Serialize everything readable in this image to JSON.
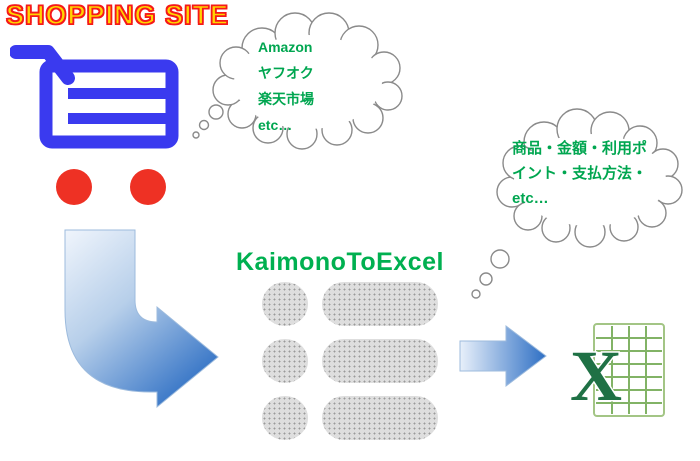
{
  "title": {
    "text": "SHOPPING SITE"
  },
  "app": {
    "name": "KaimonoToExcel"
  },
  "bubbles": {
    "sites": {
      "lines": [
        "Amazon",
        "ヤフオク",
        "楽天市場",
        "etc…"
      ]
    },
    "fields": {
      "lines": [
        "商品・金額・利用ポ",
        "イント・支払方法・",
        "etc…"
      ]
    }
  },
  "excel": {
    "letter": "X"
  },
  "icons": {
    "cart": "shopping-cart-icon",
    "bubble_sites": "thought-bubble-icon",
    "bubble_fields": "thought-bubble-icon",
    "curved_arrow": "curved-down-right-arrow-icon",
    "right_arrow": "right-arrow-icon",
    "excel": "excel-logo-icon",
    "list": "list-graphic"
  },
  "colors": {
    "title_fill": "#FFD400",
    "title_outline": "#F51919",
    "cart_blue": "#3A3AEF",
    "wheel_red": "#EE3124",
    "bubble_text_green": "#00A650",
    "app_name_green": "#00B050",
    "arrow_blue_dark": "#2E6FC4",
    "arrow_blue_light": "#F0F5FC",
    "shape_gray": "#9A9A9A",
    "excel_green": "#1F7145"
  }
}
